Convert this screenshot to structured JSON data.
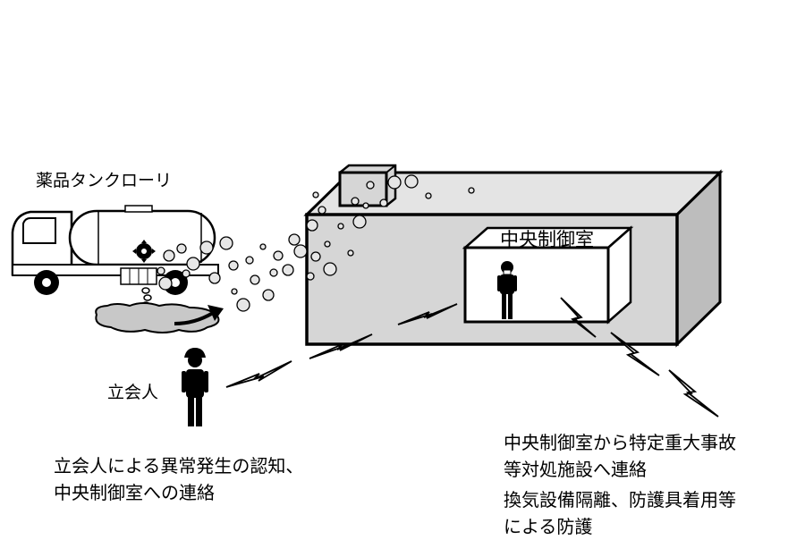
{
  "labels": {
    "tanker": "薬品タンクローリ",
    "control_room": "中央制御室",
    "witness": "立会人"
  },
  "notes": {
    "left": [
      "立会人による異常発生の認知、",
      "中央制御室への連絡"
    ],
    "right": [
      "中央制御室から特定重大事故",
      "等対処施設へ連絡",
      "換気設備隔離、防護具着用等",
      "による防護"
    ]
  },
  "colors": {
    "building_front": "#d6d6d6",
    "building_top": "#e4e4e4",
    "building_side": "#bdbdbd",
    "room": "#ffffff",
    "stroke": "#000000",
    "puddle": "#c8c8c8"
  }
}
